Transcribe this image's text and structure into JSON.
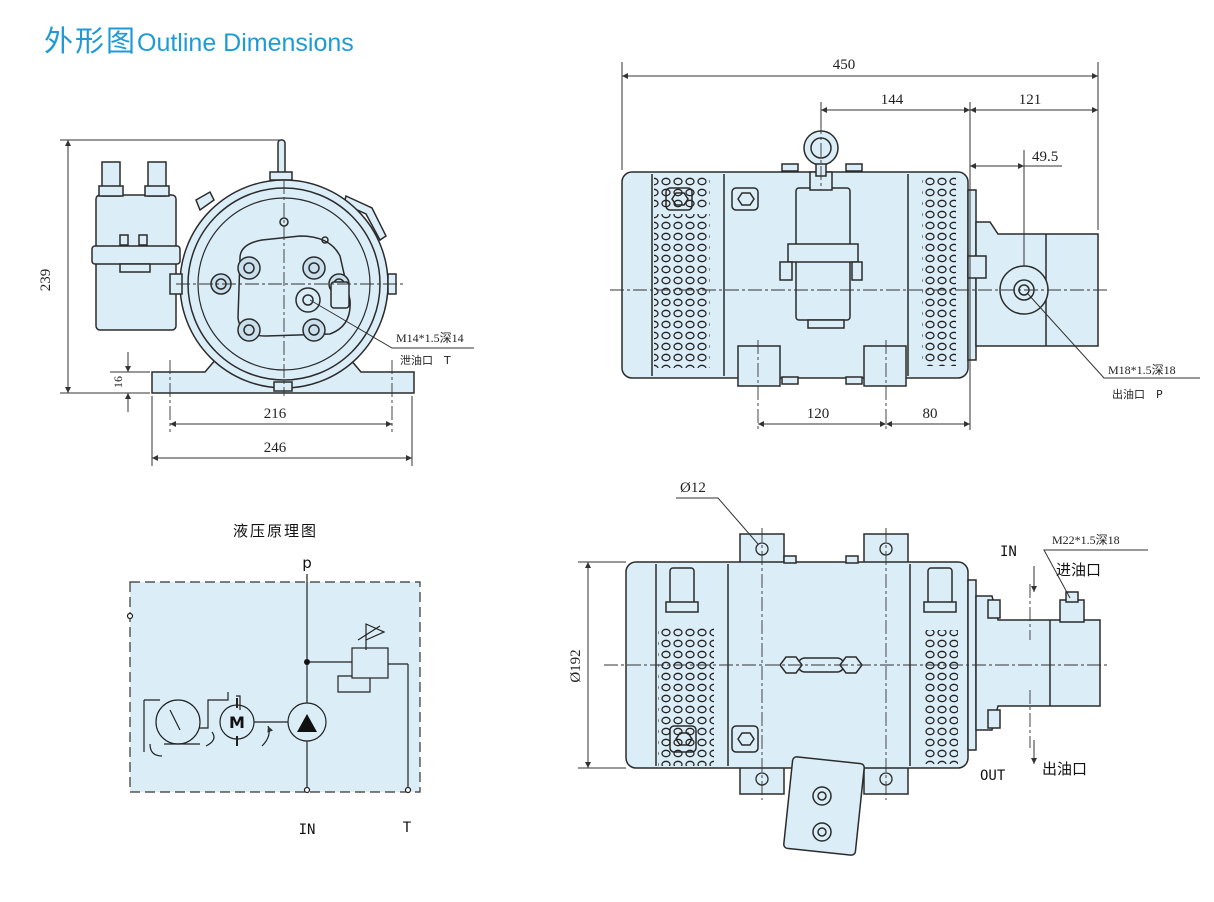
{
  "page": {
    "title_zh": "外形图",
    "title_en": "Outline Dimensions"
  },
  "colors": {
    "title": "#1e9bd7",
    "fill": "#dbeef8",
    "line": "#2b2b2b",
    "dimension": "#333333"
  },
  "front_view": {
    "height_label": "239",
    "foot_label": "16",
    "width_inner_label": "216",
    "width_outer_label": "246",
    "port_spec": "M14*1.5深14",
    "port_name": "泄油口　T"
  },
  "side_view": {
    "total_length_label": "450",
    "length_144_label": "144",
    "length_121_label": "121",
    "length_49_label": "49.5",
    "foot_spacing_label": "120",
    "foot_offset_label": "80",
    "port_spec": "M18*1.5深18",
    "port_name": "出油口　P"
  },
  "top_view": {
    "hole_label": "Ø12",
    "diameter_label": "Ø192",
    "inlet_spec": "M22*1.5深18",
    "in_label": "IN",
    "inlet_name": "进油口",
    "out_label": "OUT",
    "outlet_name": "出油口"
  },
  "schematic": {
    "title": "液压原理图",
    "p_label": "p",
    "in_label": "IN",
    "t_label": "T",
    "motor_label": "M"
  }
}
